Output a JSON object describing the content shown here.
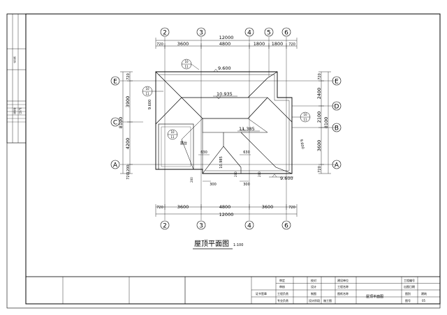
{
  "drawing": {
    "title": "屋顶平面图",
    "scale": "1:100",
    "terrace_label": "露台"
  },
  "axes": {
    "top": [
      "2",
      "3",
      "4",
      "5",
      "6"
    ],
    "bottom": [
      "2",
      "3",
      "4",
      "6"
    ],
    "left": [
      "E",
      "C",
      "A"
    ],
    "right": [
      "E",
      "D",
      "B",
      "A"
    ]
  },
  "dimensions": {
    "top_total": "12000",
    "top_segments": [
      "720",
      "3600",
      "4800",
      "1800",
      "1800",
      "720"
    ],
    "bottom_total": "12000",
    "bottom_segments": [
      "720",
      "3600",
      "4800",
      "3600",
      "720"
    ],
    "left_total": "8100",
    "left_segments": [
      "720",
      "3900",
      "4200",
      "1200",
      "720"
    ],
    "right_total": "8100",
    "right_segments": [
      "720",
      "2400",
      "2100",
      "3600",
      "720"
    ],
    "interior": [
      "630",
      "630",
      "300",
      "300",
      "200",
      "200",
      "200"
    ]
  },
  "elevations": [
    "9.600",
    "10.935",
    "11.385",
    "10.985",
    "9.600",
    "9.600",
    "9.600"
  ],
  "detail_refs": [
    {
      "num": "10",
      "sheet": "11"
    },
    {
      "num": "10",
      "sheet": "11"
    },
    {
      "num": "10",
      "sheet": "11"
    },
    {
      "num": "10",
      "sheet": "11"
    }
  ],
  "side_strip": [
    "签",
    "字",
    "会",
    "签",
    "栏",
    "目"
  ],
  "title_block": {
    "stamp": "证书签章",
    "r1": [
      "审定",
      "校对",
      "建设单位",
      "工程编号"
    ],
    "r2": [
      "审核",
      "设计",
      "工程名称",
      "出图日期"
    ],
    "r3": [
      "工程负责",
      "制图",
      "图纸名称",
      "屋顶平面图",
      "图别",
      "建筑"
    ],
    "r4": [
      "专业负责",
      "设计阶段",
      "施工图",
      "图号",
      "05"
    ]
  }
}
